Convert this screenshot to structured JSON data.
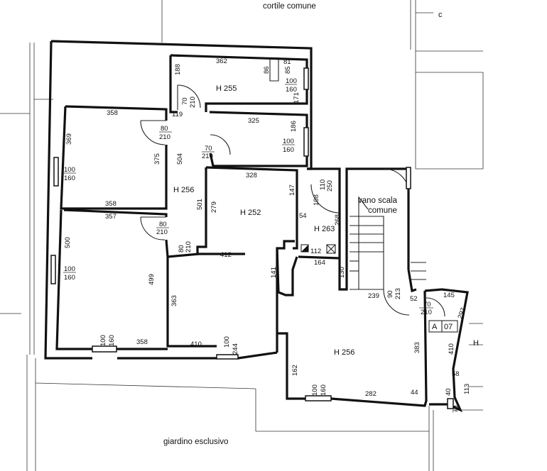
{
  "labels": {
    "courtyard": "cortile comune",
    "courtyard_c": "c",
    "garden": "giardino esclusivo",
    "stair_line1": "vano scala",
    "stair_line2": "comune",
    "unit_code_a": "A",
    "unit_code_num": "07",
    "h_side": "H"
  },
  "rooms": {
    "r1": "H 255",
    "r2": "H 252",
    "r3": "H 256",
    "r4": "H 263",
    "r5": "H 256"
  },
  "dims": {
    "d362": "362",
    "d81": "81",
    "d86": "86",
    "d85": "85",
    "d188": "188",
    "d119": "119",
    "d171": "171",
    "d358a": "358",
    "d369": "369",
    "d375": "375",
    "d358b": "358",
    "d325": "325",
    "d186": "186",
    "d504": "504",
    "d328": "328",
    "d147": "147",
    "d279": "279",
    "d501": "501",
    "d357": "357",
    "d500": "500",
    "d499": "499",
    "d358c": "358",
    "d412": "412",
    "d54": "54",
    "d268": "268",
    "d108": "108",
    "d112": "112",
    "d164": "164",
    "d130": "130",
    "d141": "141",
    "d363": "363",
    "d410a": "410",
    "d244": "244",
    "d239": "239",
    "d52": "52",
    "d145": "145",
    "d297": "297",
    "d383": "383",
    "d410b": "410",
    "d162": "162",
    "d282": "282",
    "d44": "44",
    "d58": "58",
    "d113": "113",
    "d40": "40",
    "d70b": "70"
  },
  "openings": {
    "o_r1_win_a": "100",
    "o_r1_win_b": "160",
    "o_r1_door_a": "70",
    "o_r1_door_b": "210",
    "o_r2_door_a": "80",
    "o_r2_door_b": "210",
    "o_r2_win_a": "100",
    "o_r2_win_b": "160",
    "o_bath_win_a": "100",
    "o_bath_win_b": "160",
    "o_bath_door_a": "70",
    "o_bath_door_b": "210",
    "o_r3_door_a": "80",
    "o_r3_door_b": "210",
    "o_r3_win_a": "100",
    "o_r3_win_b": "160",
    "o_bottom1_a": "100",
    "o_bottom1_b": "160",
    "o_bottom2_a": "100",
    "o_hall_door_a": "80",
    "o_hall_door_b": "210",
    "o_vs_door_a": "110",
    "o_vs_door_b": "250",
    "o_stair_door_a": "90",
    "o_stair_door_b": "213",
    "o_right_door_a": "70",
    "o_right_door_b": "210",
    "o_bottomR_a": "100",
    "o_bottomR_b": "160"
  }
}
